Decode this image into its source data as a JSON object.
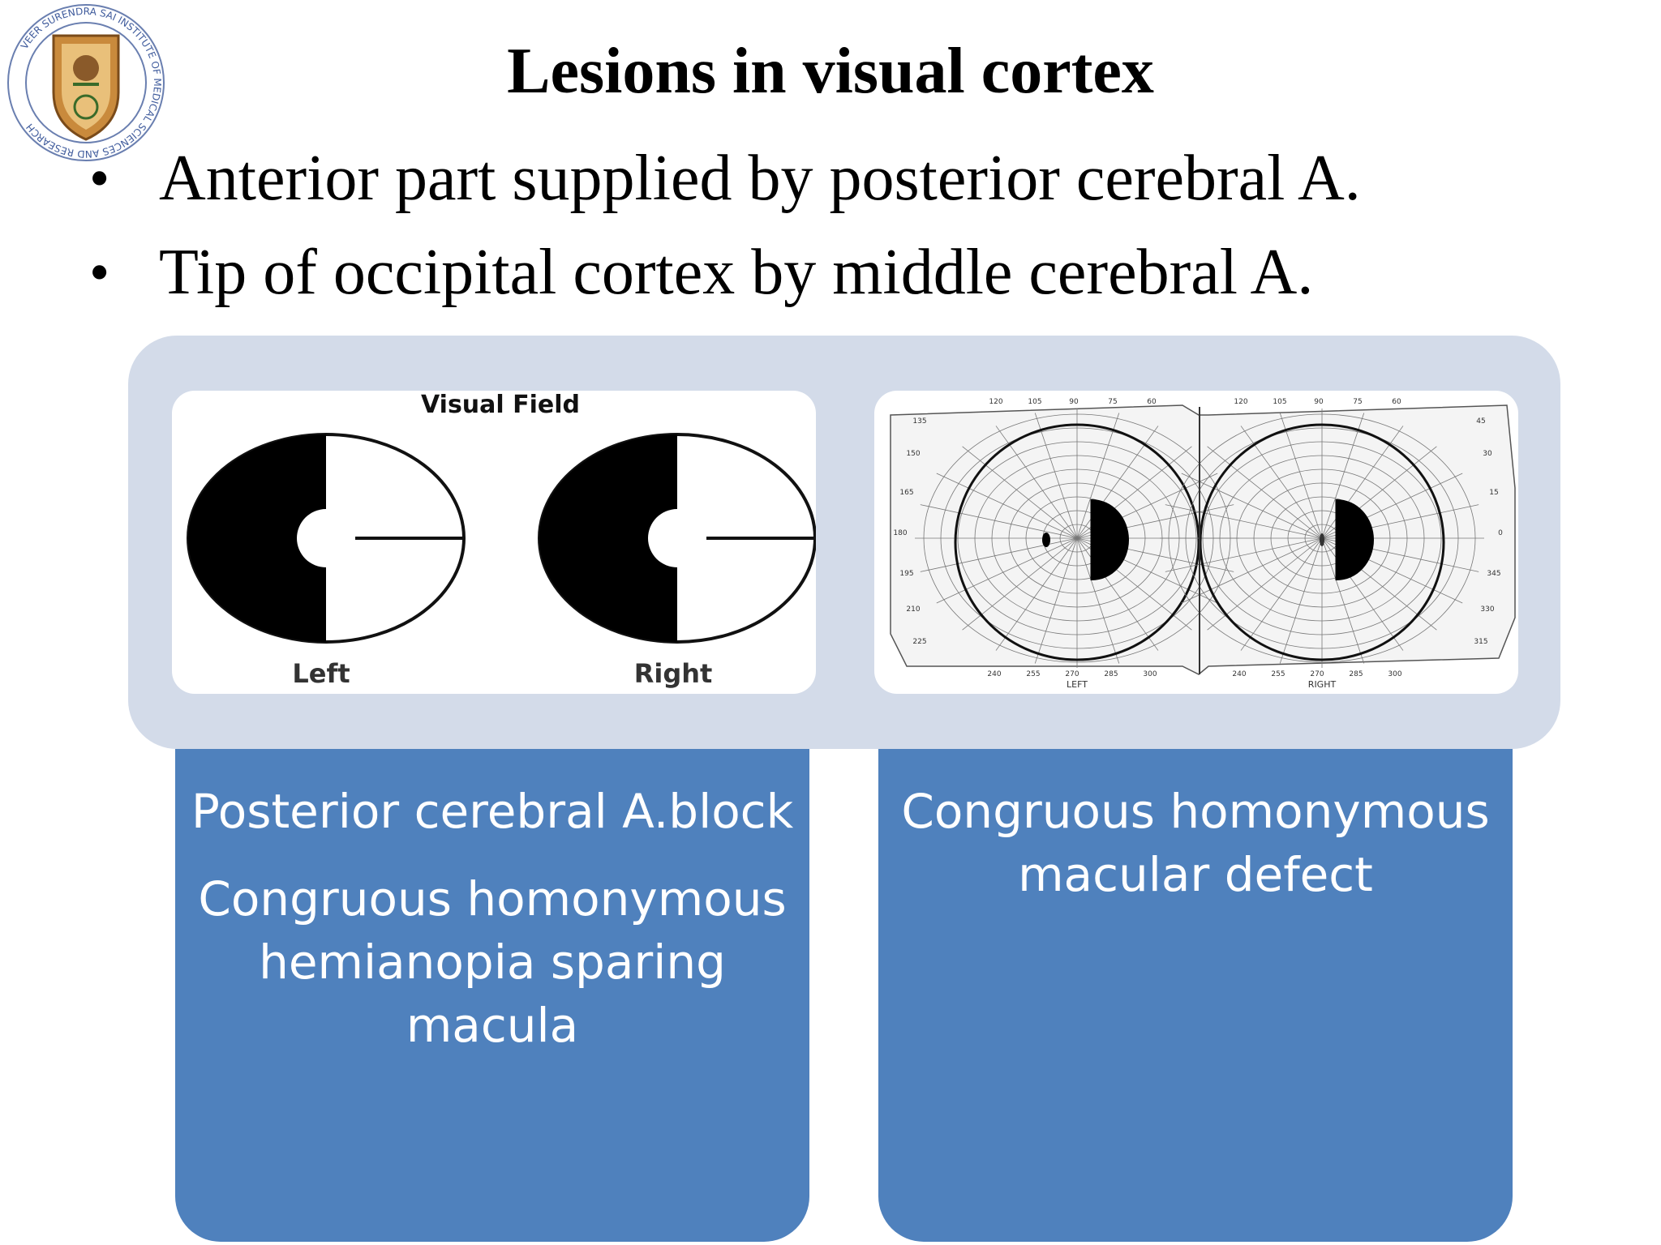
{
  "logo": {
    "ring_text": "VEER SURENDRA SAI INSTITUTE OF MEDICAL SCIENCES AND RESEARCH",
    "icon": "institute-emblem"
  },
  "title": "Lesions in visual cortex",
  "bullets": [
    "Anterior part supplied by posterior cerebral A.",
    "Tip of occipital cortex by middle cerebral A."
  ],
  "figure_left": {
    "heading": "Visual Field",
    "left_label": "Left",
    "right_label": "Right"
  },
  "figure_right": {
    "left_label": "LEFT",
    "right_label": "RIGHT",
    "top_degrees": [
      "120",
      "105",
      "90",
      "75",
      "60"
    ],
    "bottom_degrees": [
      "240",
      "255",
      "270",
      "285",
      "300"
    ],
    "side_degrees_left": [
      "135",
      "150",
      "165",
      "180",
      "195",
      "210",
      "225"
    ],
    "side_degrees_right": [
      "45",
      "30",
      "15",
      "0",
      "345",
      "330",
      "315"
    ]
  },
  "cards": {
    "left_title": "Posterior cerebral A.block",
    "left_body": "Congruous homonymous hemianopia sparing macula",
    "right_body": "Congruous homonymous macular defect"
  },
  "colors": {
    "panel": "#d3dbe9",
    "card": "#4f81bd"
  }
}
